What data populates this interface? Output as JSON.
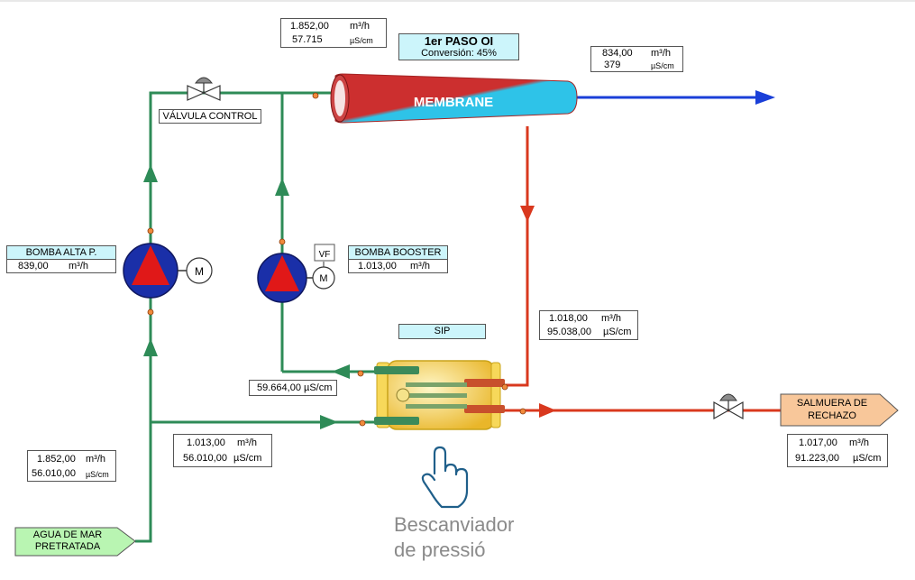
{
  "colors": {
    "green_line": "#2e8b57",
    "red_line": "#d9381e",
    "blue_line": "#1a3fd8",
    "membrane_red": "#cc2f2f",
    "membrane_cyan": "#2ec3e8",
    "pump_blue": "#1a2fa8",
    "pump_red": "#e01818",
    "label_cyan": "#ccf5fb",
    "inlet_green": "#b9f5b2",
    "reject_orange": "#f8c79a"
  },
  "membrane": {
    "label": "MEMBRANE"
  },
  "paso": {
    "title": "1er PASO OI",
    "conversion": "Conversión:  45%"
  },
  "top_box": {
    "flow": "1.852,00",
    "flow_unit": "m³/h",
    "cond": "57.715",
    "cond_unit": "µS/cm"
  },
  "permeate_box": {
    "flow": "834,00",
    "flow_unit": "m³/h",
    "cond": "379",
    "cond_unit": "µS/cm"
  },
  "valve_control": {
    "label": "VÁLVULA CONTROL"
  },
  "bomba_alta": {
    "label": "BOMBA ALTA P.",
    "value": "839,00",
    "unit": "m³/h",
    "motor": "M"
  },
  "bomba_booster": {
    "label": "BOMBA BOOSTER",
    "value": "1.013,00",
    "unit": "m³/h",
    "motor": "M",
    "vf": "VF"
  },
  "sip": {
    "label": "SIP"
  },
  "brine_in_box": {
    "flow": "1.018,00",
    "flow_unit": "m³/h",
    "cond": "95.038,00",
    "cond_unit": "µS/cm"
  },
  "booster_feed_box": {
    "cond": "59.664,00",
    "cond_unit": "µS/cm"
  },
  "sip_in_box": {
    "flow": "1.013,00",
    "flow_unit": "m³/h",
    "cond": "56.010,00",
    "cond_unit": "µS/cm"
  },
  "feed_box": {
    "flow": "1.852,00",
    "flow_unit": "m³/h",
    "cond": "56.010,00",
    "cond_unit": "µS/cm"
  },
  "inlet": {
    "line1": "AGUA DE MAR",
    "line2": "PRETRATADA"
  },
  "reject": {
    "line1": "SALMUERA DE",
    "line2": "RECHAZO"
  },
  "reject_box": {
    "flow": "1.017,00",
    "flow_unit": "m³/h",
    "cond": "91.223,00",
    "cond_unit": "µS/cm"
  },
  "caption": {
    "line1": "Bescanviador",
    "line2": "de pressió"
  },
  "icons": [
    "control-valve-icon",
    "pump-icon",
    "motor-icon",
    "pressure-exchanger-icon",
    "hand-pointer-icon",
    "arrow-icon"
  ]
}
